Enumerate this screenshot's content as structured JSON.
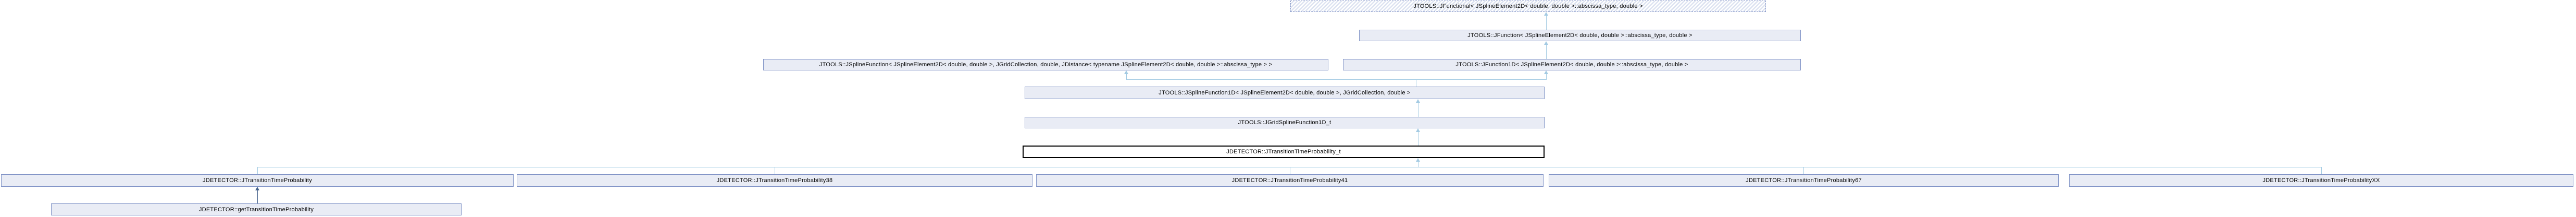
{
  "diagram": {
    "kind": "class-inheritance-graph",
    "current_class": "JDETECTOR::JTransitionTimeProbability_t"
  },
  "nodes": {
    "jfunctional": {
      "label": "JTOOLS::JFunctional< JSplineElement2D< double, double >::abscissa_type, double >"
    },
    "jfunction": {
      "label": "JTOOLS::JFunction< JSplineElement2D< double, double >::abscissa_type, double >"
    },
    "jsplinefunction": {
      "label": "JTOOLS::JSplineFunction< JSplineElement2D< double, double >, JGridCollection, double, JDistance< typename JSplineElement2D< double, double >::abscissa_type > >"
    },
    "jfunction1d": {
      "label": "JTOOLS::JFunction1D< JSplineElement2D< double, double >::abscissa_type, double >"
    },
    "jsplinefunction1d": {
      "label": "JTOOLS::JSplineFunction1D< JSplineElement2D< double, double >, JGridCollection, double >"
    },
    "jgridsplinefunction1d_t": {
      "label": "JTOOLS::JGridSplineFunction1D_t"
    },
    "jtransitiontimeprobability_t": {
      "label": "JDETECTOR::JTransitionTimeProbability_t"
    },
    "ttp": {
      "label": "JDETECTOR::JTransitionTimeProbability"
    },
    "ttp38": {
      "label": "JDETECTOR::JTransitionTimeProbability38"
    },
    "ttp41": {
      "label": "JDETECTOR::JTransitionTimeProbability41"
    },
    "ttp67": {
      "label": "JDETECTOR::JTransitionTimeProbability67"
    },
    "ttpxx": {
      "label": "JDETECTOR::JTransitionTimeProbabilityXX"
    },
    "get_ttp": {
      "label": "JDETECTOR::getTransitionTimeProbability"
    }
  },
  "colors": {
    "node_fill": "#e9ecf5",
    "node_border": "#8093c6",
    "hatch_stripe": "#dde3f1",
    "current_border": "#000000",
    "edge": "#a4cbe3",
    "edge_dark": "#44618b"
  }
}
